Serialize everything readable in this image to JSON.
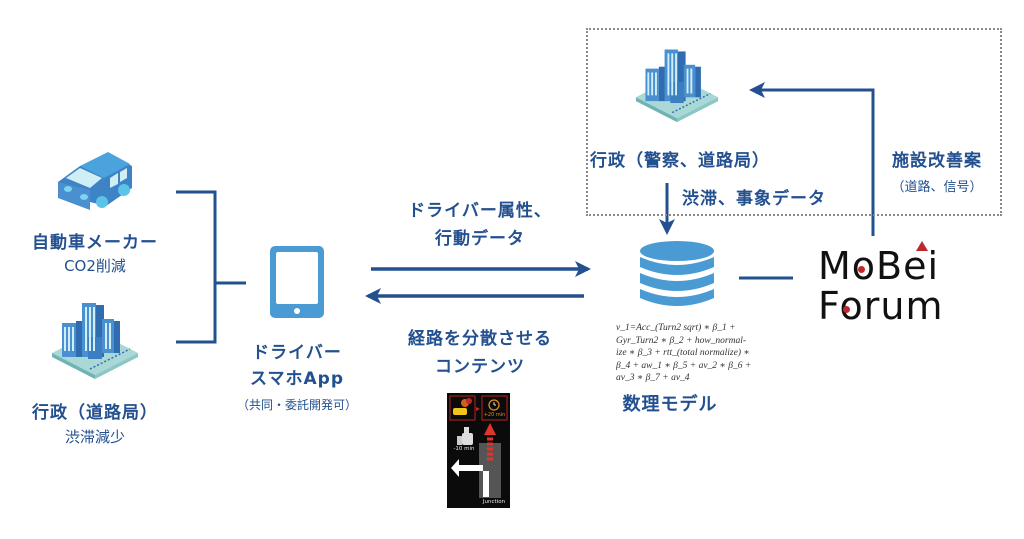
{
  "colors": {
    "primary": "#23508f",
    "icon_blue": "#4a9bd3",
    "icon_light": "#cfeef5",
    "logo_red": "#c0272d",
    "box_border": "#8a8a8a"
  },
  "left_nodes": [
    {
      "icon": "car-icon",
      "title": "自動車メーカー",
      "subtitle": "CO2削減"
    },
    {
      "icon": "city-buildings-icon",
      "title": "行政（道路局）",
      "subtitle": "渋滞減少"
    }
  ],
  "app_node": {
    "icon": "tablet-icon",
    "title_line1": "ドライバー",
    "title_line2": "スマホApp",
    "note": "（共同・委託開発可）"
  },
  "flows": {
    "to_model_line1": "ドライバー属性、",
    "to_model_line2": "行動データ",
    "to_app_line1": "経路を分散させる",
    "to_app_line2": "コンテンツ"
  },
  "app_screenshot": {
    "delay_badge": "+20 min",
    "saving_label": "-10 min",
    "junction_label": "Junction"
  },
  "government_box": {
    "icon": "city-buildings-icon",
    "title": "行政（警察、道路局）",
    "data_label": "渋滞、事象データ"
  },
  "model_node": {
    "icon": "database-icon",
    "formula": [
      "v_1=Acc_(Turn2 sqrt) ∗ β_1 +",
      "Gyr_Turn2 ∗ β_2 + how_normal-",
      "ize ∗ β_3 + rtt_(total normalize) ∗",
      "β_4 + aw_1 ∗ β_5 + av_2 ∗ β_6 +",
      "av_3 ∗ β_7 + av_4"
    ],
    "title": "数理モデル"
  },
  "forum": {
    "line1": "MoBei",
    "line2": "Forum",
    "proposal_title": "施設改善案",
    "proposal_sub": "（道路、信号）"
  }
}
